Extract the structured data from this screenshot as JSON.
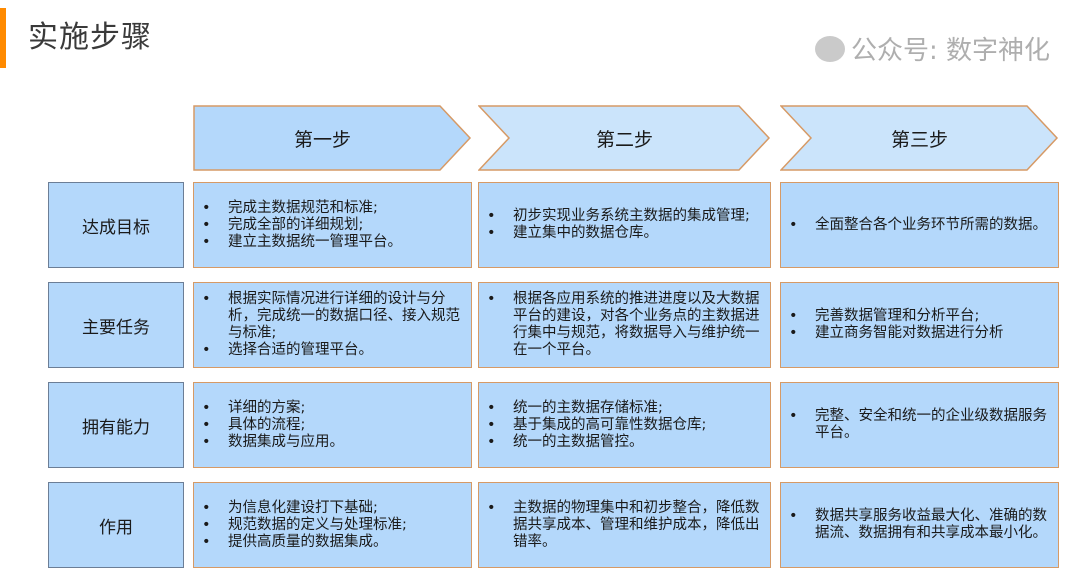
{
  "title": "实施步骤",
  "steps": [
    "第一步",
    "第二步",
    "第三步"
  ],
  "rows": [
    {
      "label": "达成目标",
      "cells": [
        [
          "完成主数据规范和标准;",
          "完成全部的详细规划;",
          "建立主数据统一管理平台。"
        ],
        [
          "初步实现业务系统主数据的集成管理;",
          "建立集中的数据仓库。"
        ],
        [
          "全面整合各个业务环节所需的数据。"
        ]
      ]
    },
    {
      "label": "主要任务",
      "cells": [
        [
          "根据实际情况进行详细的设计与分析，完成统一的数据口径、接入规范与标准;",
          "选择合适的管理平台。"
        ],
        [
          "根据各应用系统的推进进度以及大数据平台的建设，对各个业务点的主数据进行集中与规范，将数据导入与维护统一在一个平台。"
        ],
        [
          "完善数据管理和分析平台;",
          "建立商务智能对数据进行分析"
        ]
      ]
    },
    {
      "label": "拥有能力",
      "cells": [
        [
          "详细的方案;",
          "具体的流程;",
          "数据集成与应用。"
        ],
        [
          "统一的主数据存储标准;",
          "基于集成的高可靠性数据仓库;",
          "统一的主数据管控。"
        ],
        [
          "完整、安全和统一的企业级数据服务平台。"
        ]
      ]
    },
    {
      "label": "作用",
      "cells": [
        [
          "为信息化建设打下基础;",
          "规范数据的定义与处理标准;",
          "提供高质量的数据集成。"
        ],
        [
          "主数据的物理集中和初步整合，降低数据共享成本、管理和维护成本，降低出错率。"
        ],
        [
          "数据共享服务收益最大化、准确的数据流、数据拥有和共享成本最小化。"
        ]
      ]
    }
  ],
  "watermark": "公众号: 数字神化",
  "colors": {
    "accent": "#ff8a00",
    "cell": "#b4d8fb",
    "border": "#d69a66"
  }
}
